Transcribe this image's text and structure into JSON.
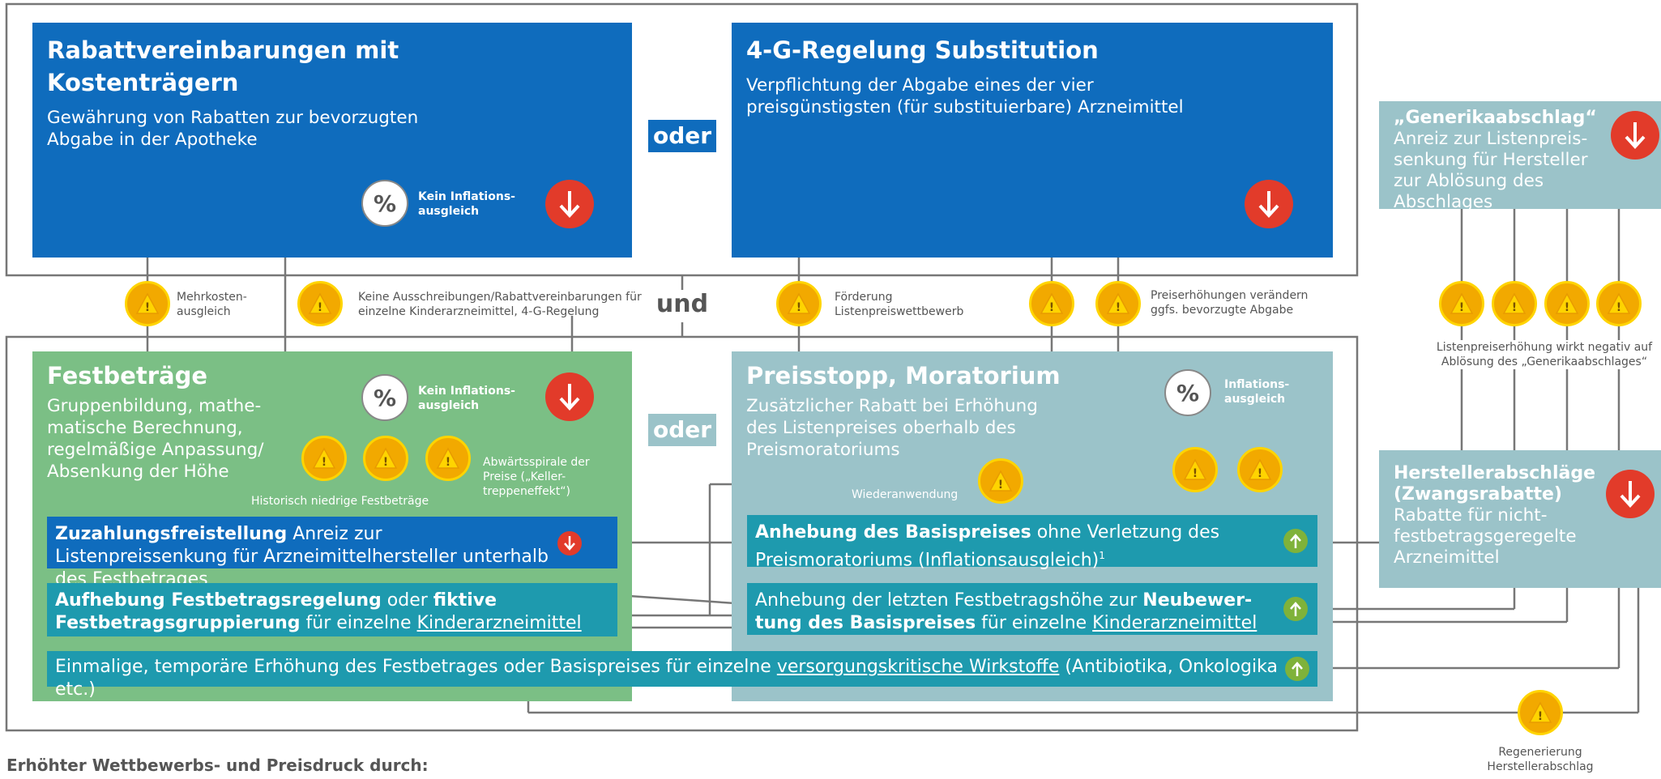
{
  "boxes": {
    "rabatt": {
      "title": "Rabattvereinbarungen mit Kostenträgern",
      "desc": "Gewährung von Rabatten zur bevorzugten Abgabe in der Apotheke",
      "icon_label": "Kein Inflations-ausgleich"
    },
    "g4": {
      "title": "4-G-Regelung Substitution",
      "desc": "Verpflichtung der Abgabe eines der vier preisgünstigsten (für substituierbare) Arzneimittel"
    },
    "generika": {
      "title": "„Generikaabschlag“",
      "desc": "Anreiz zur Listenpreis-senkung für Hersteller zur Ablösung des Abschlages"
    },
    "festbetraege": {
      "title": "Festbeträge",
      "desc": "Gruppenbildung, mathe-matische Berechnung, regelmäßige Anpassung/ Absenkung der Höhe",
      "icon_label": "Kein Inflations-ausgleich"
    },
    "preisstopp": {
      "title": "Preisstopp, Moratorium",
      "desc": "Zusätzlicher Rabatt bei Erhöhung des Listenpreises oberhalb des Preismoratoriums",
      "icon_label": "Inflations-ausgleich"
    },
    "hersteller": {
      "title": "Herstellerabschläge (Zwangsrabatte)",
      "desc": "Rabatte für nicht-festbetragsgeregelte Arzneimittel"
    }
  },
  "connectors": {
    "oder1": "oder",
    "oder2": "oder",
    "und": "und"
  },
  "bars": {
    "zuzahlung": {
      "bold": "Zuzahlungsfreistellung",
      "rest": " Anreiz zur Listenpreissenkung für Arzneimittelhersteller unterhalb des Festbetrages"
    },
    "aufhebung": {
      "b1": "Aufhebung Festbetragsregelung",
      "t1": " oder ",
      "b2": "fiktive Festbetragsgruppierung",
      "t2": " für einzelne ",
      "u": "Kinderarzneimittel"
    },
    "anhebung_basis": {
      "bold": "Anhebung des Basispreises",
      "rest": " ohne Verletzung des Preismoratoriums (Inflationsausgleich)",
      "sup": "1"
    },
    "anhebung_letzte": {
      "t1": "Anhebung der letzten Festbetragshöhe zur ",
      "b": "Neubewer-tung des Basispreises",
      "t2": " für einzelne ",
      "u": "Kinderarzneimittel"
    },
    "einmalig": {
      "t1": "Einmalige, temporäre Erhöhung des Festbetrages oder Basispreises für einzelne ",
      "u": "versorgungskritische Wirkstoffe",
      "t2": " (Antibiotika, Onkologika etc.)"
    }
  },
  "annotations": {
    "mehrkosten": "Mehrkosten-ausgleich",
    "keine_ausschreibungen": "Keine Ausschreibungen/Rabattvereinbarungen für einzelne Kinderarzneimittel, 4-G-Regelung",
    "foerderung": "Förderung Listenpreiswettbewerb",
    "preiserhoehungen": "Preiserhöhungen verändern ggfs. bevorzugte Abgabe",
    "listenpreiserhoehung": "Listenpreiserhöhung wirkt negativ auf Ablösung des „Generikaabschlages“",
    "historisch": "Historisch niedrige Festbeträge",
    "abwaertsspirale": "Abwärtsspirale der Preise („Keller-treppeneffekt“)",
    "wiederanwendung": "Wiederanwendung",
    "regenerierung": "Regenerierung Herstellerabschlag"
  },
  "footer": {
    "heading": "Erhöhter Wettbewerbs- und Preisdruck durch:"
  },
  "colors": {
    "blue": "#0f6cbd",
    "green": "#7bbf85",
    "lightblue": "#9bc3c9",
    "teal": "#1e9aae",
    "warning": "#f2a900",
    "down_arrow": "#e23b2a",
    "up_arrow": "#7fb23a"
  }
}
